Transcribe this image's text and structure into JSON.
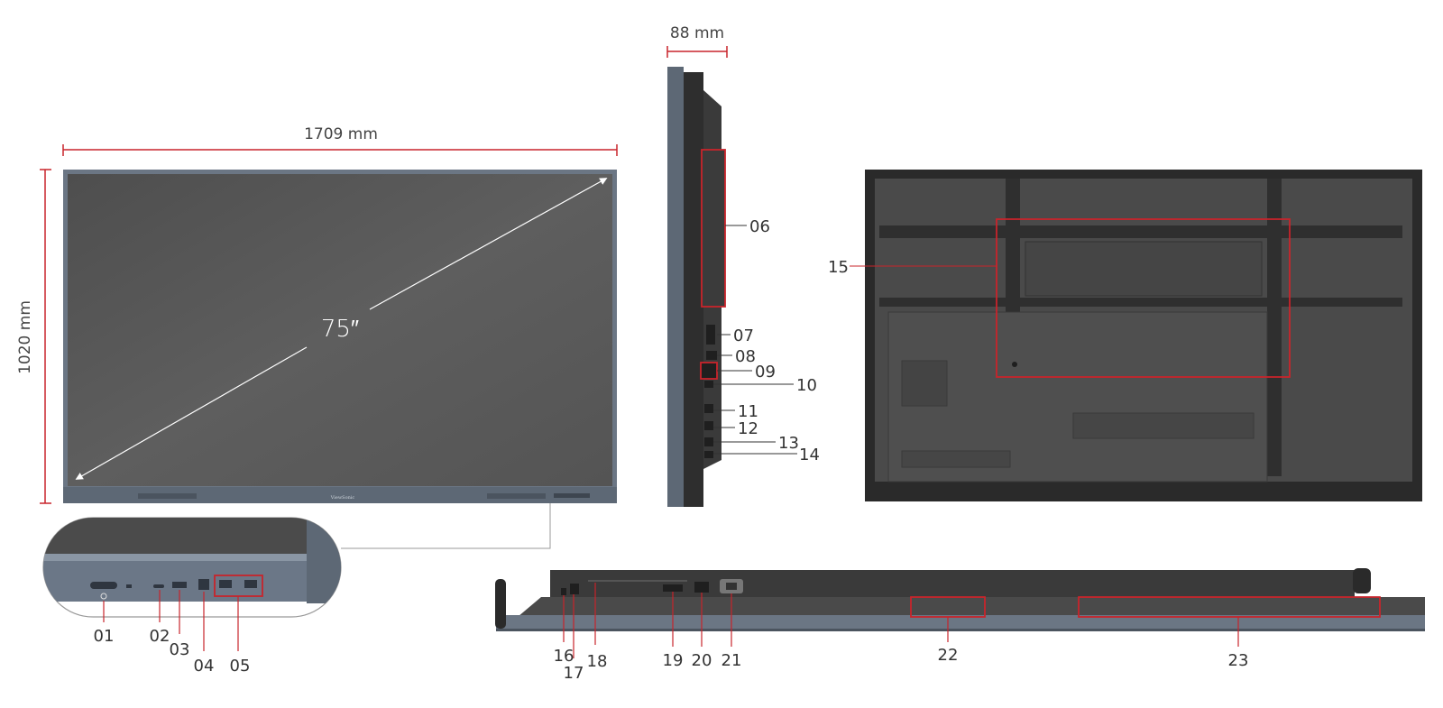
{
  "dimensions": {
    "width": "1709 mm",
    "height": "1020 mm",
    "depth": "88 mm",
    "diagonal": "75″"
  },
  "brand_logo": "ViewSonic",
  "callouts": [
    "01",
    "02",
    "03",
    "04",
    "05",
    "06",
    "07",
    "08",
    "09",
    "10",
    "11",
    "12",
    "13",
    "14",
    "15",
    "16",
    "17",
    "18",
    "19",
    "20",
    "21",
    "22",
    "23"
  ],
  "colors": {
    "highlight": "#c8242b",
    "screen": "#575757",
    "bezel": "#5d6875",
    "back_panel": "#3d3d3d"
  }
}
